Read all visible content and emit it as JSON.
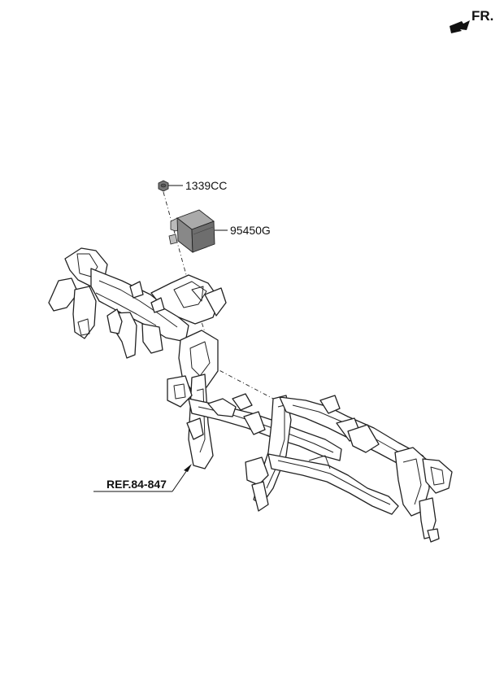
{
  "direction": {
    "label": "FR.",
    "icon": "arrow-forward-icon"
  },
  "parts": [
    {
      "code": "1339CC",
      "icon": "nut-icon"
    },
    {
      "code": "95450G",
      "icon": "control-module-icon"
    }
  ],
  "reference": {
    "label": "REF.84-847"
  },
  "colors": {
    "line": "#111111",
    "module": "#8a8a8a",
    "background": "#ffffff"
  }
}
